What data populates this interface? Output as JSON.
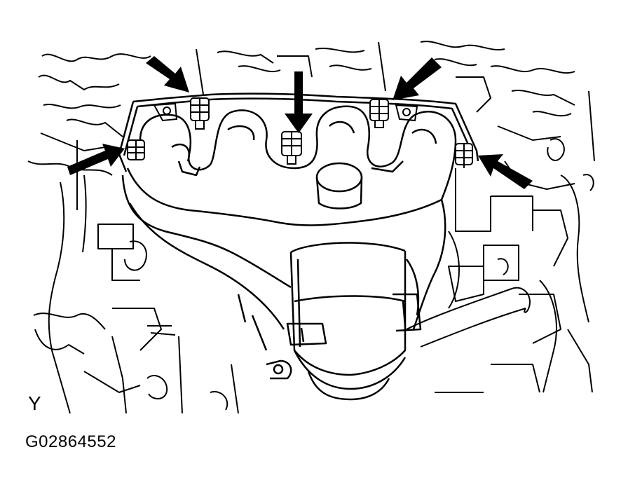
{
  "view_label": "Y",
  "figure_id": "G02864552",
  "colors": {
    "line": "#000000",
    "background": "#ffffff",
    "arrow": "#000000"
  },
  "callouts": [
    {
      "name": "arrow-left-upper-bolt"
    },
    {
      "name": "arrow-top-left-bolt"
    },
    {
      "name": "arrow-center-bolt"
    },
    {
      "name": "arrow-top-right-bolt"
    },
    {
      "name": "arrow-right-lower-bolt"
    }
  ]
}
